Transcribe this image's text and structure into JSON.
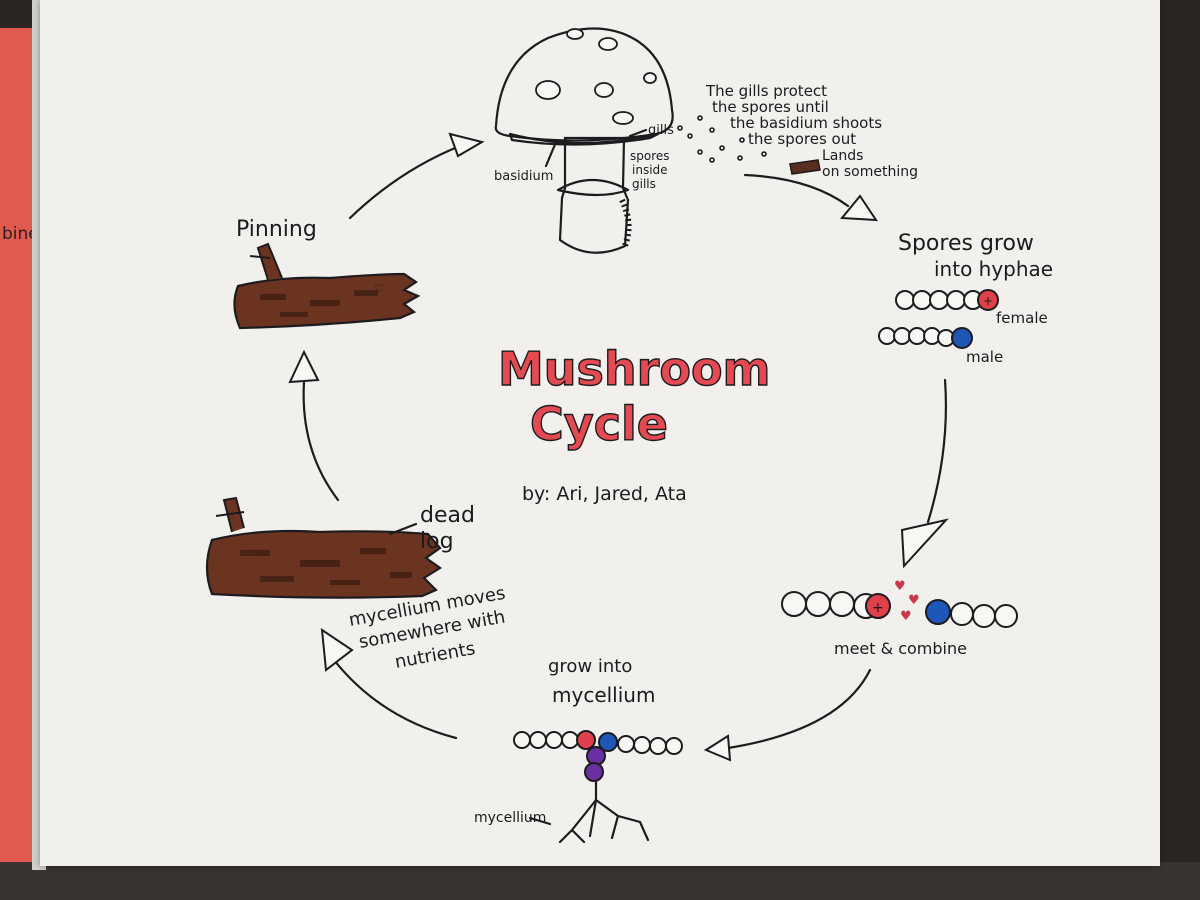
{
  "title": {
    "line1": "Mushroom",
    "line2": "Cycle",
    "authors": "by: Ari, Jared, Ata"
  },
  "mushroom": {
    "label_gills": "gills",
    "label_basidium": "basidium",
    "label_spores_inside_1": "spores",
    "label_spores_inside_2": "inside",
    "label_spores_inside_3": "gills",
    "note_line1": "The gills protect",
    "note_line2": "the spores until",
    "note_line3": "the basidium shoots",
    "note_line4": "the spores out",
    "lands_line1": "Lands",
    "lands_line2": "on something"
  },
  "hyphae": {
    "heading_line1": "Spores grow",
    "heading_line2": "into hyphae",
    "female_label": "female",
    "male_label": "male"
  },
  "combine": {
    "label": "meet & combine"
  },
  "mycelium": {
    "heading_line1": "grow into",
    "heading_line2": "mycellium",
    "root_label": "mycellium"
  },
  "dead_log": {
    "label_line1": "dead",
    "label_line2": "log",
    "move_line1": "mycellium moves",
    "move_line2": "somewhere with",
    "move_line3": "nutrients"
  },
  "pinning": {
    "label": "Pinning"
  },
  "edge_text": "bine",
  "colors": {
    "paper": "#f1f0ec",
    "cap_red": "#e34a52",
    "ink": "#1d1b1f",
    "female_red": "#e0404a",
    "male_blue": "#1f57b8",
    "purple": "#6a2fa0",
    "wood_brown": "#5a2e1c",
    "background_red_sheet": "#e2594f"
  }
}
